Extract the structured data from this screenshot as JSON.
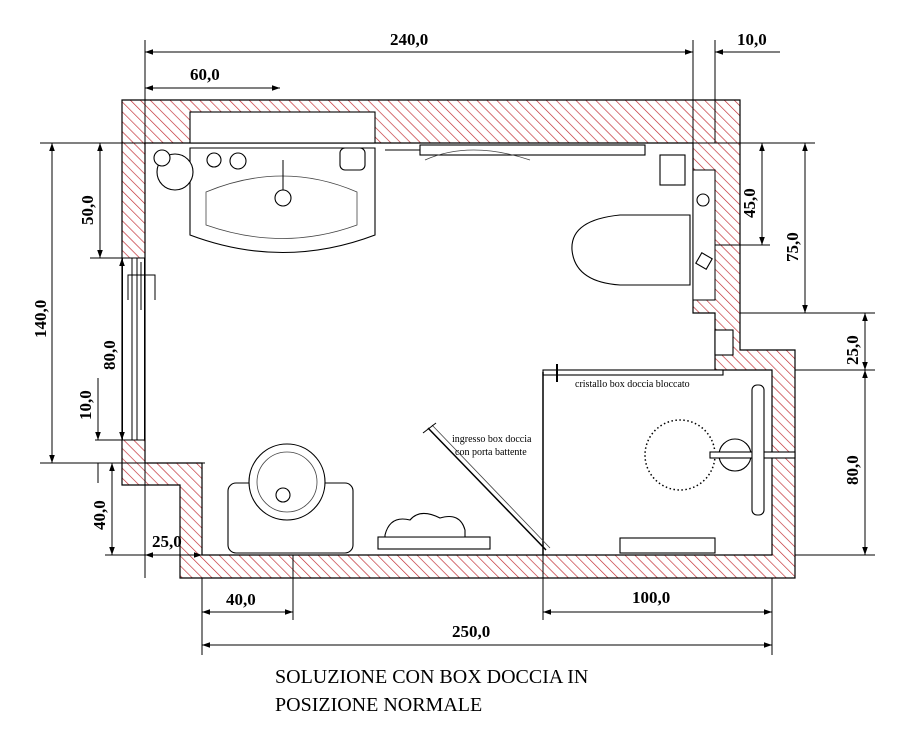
{
  "colors": {
    "wall_hatch": "#c0262c",
    "line": "#000000"
  },
  "dimensions": {
    "top_total": "240,0",
    "top_right_small": "10,0",
    "top_sink_offset": "60,0",
    "left_total": "140,0",
    "left_upper": "50,0",
    "left_window": "80,0",
    "left_small": "10,0",
    "left_notch": "40,0",
    "bottom_left_notch": "25,0",
    "right_upper_small": "45,0",
    "right_upper": "75,0",
    "right_step": "25,0",
    "right_shower": "80,0",
    "bottom_left_offset": "40,0",
    "bottom_shower": "100,0",
    "bottom_total": "250,0"
  },
  "annotations": {
    "fixed_glass": "cristallo box doccia bloccato",
    "door_line1": "ingresso box doccia",
    "door_line2": "con porta battente"
  },
  "title": {
    "line1": "SOLUZIONE CON BOX DOCCIA IN",
    "line2": "POSIZIONE NORMALE"
  }
}
